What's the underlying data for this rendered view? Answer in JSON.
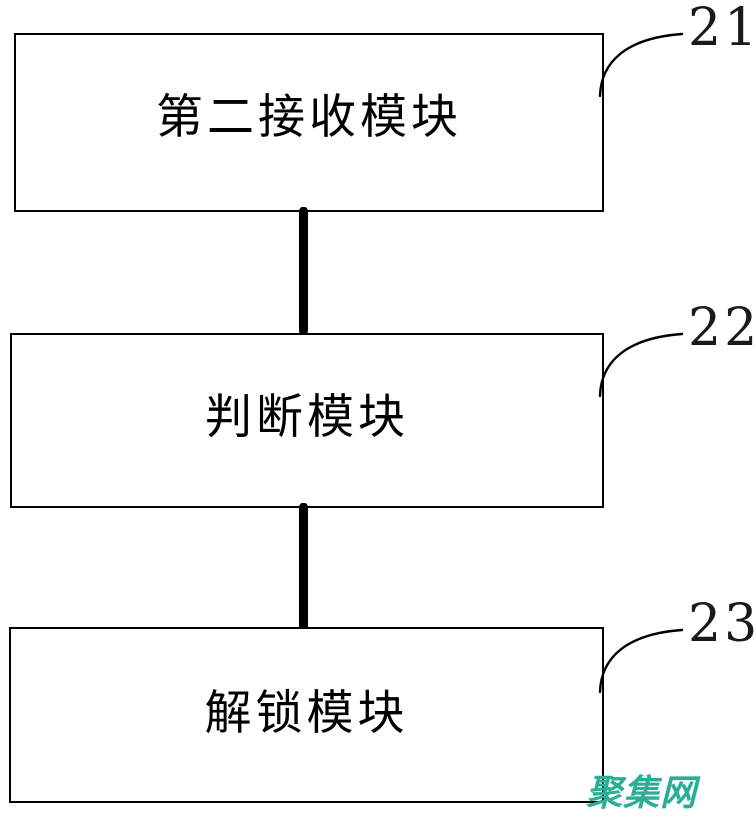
{
  "figure": {
    "type": "patent-block-diagram",
    "orientation": "vertical-stack",
    "background_color": "#ffffff",
    "line_color": "#000000"
  },
  "blocks": [
    {
      "id": "box-21",
      "label": "第二接收模块",
      "ref_number": "21",
      "order": 1
    },
    {
      "id": "box-22",
      "label": "判断模块",
      "ref_number": "22",
      "order": 2
    },
    {
      "id": "box-23",
      "label": "解锁模块",
      "ref_number": "23",
      "order": 3
    }
  ],
  "connectors": [
    {
      "id": "connector-1",
      "from": "box-21",
      "to": "box-22"
    },
    {
      "id": "connector-2",
      "from": "box-22",
      "to": "box-23"
    }
  ],
  "watermark": {
    "text": "聚集网",
    "color": "#2aae96"
  }
}
